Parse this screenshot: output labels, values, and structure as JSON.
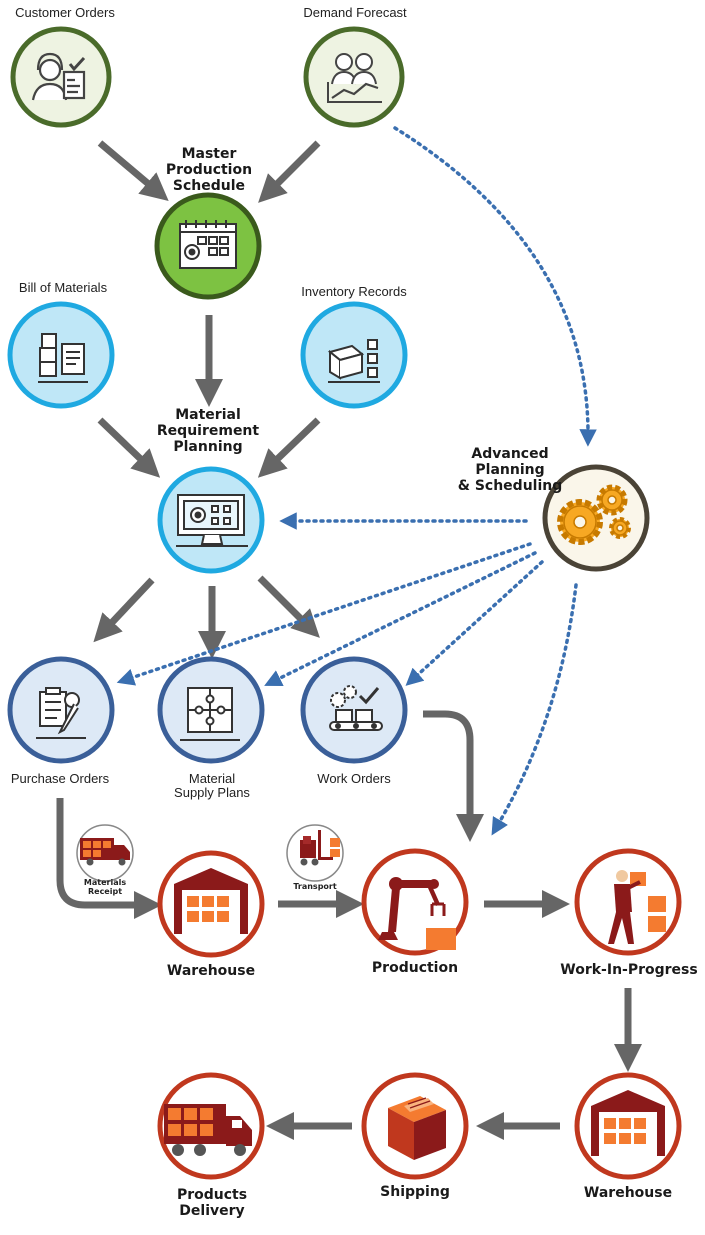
{
  "nodes": {
    "customer_orders": "Customer Orders",
    "demand_forecast": "Demand Forecast",
    "mps": [
      "Master",
      "Production",
      "Schedule"
    ],
    "bill_of_materials": "Bill of Materials",
    "inventory_records": "Inventory Records",
    "mrp": [
      "Material",
      "Requirement",
      "Planning"
    ],
    "aps": [
      "Advanced",
      "Planning",
      "& Scheduling"
    ],
    "purchase_orders": "Purchase Orders",
    "material_supply_plans": [
      "Material",
      "Supply Plans"
    ],
    "work_orders": "Work Orders",
    "warehouse_1": "Warehouse",
    "production": "Production",
    "wip": "Work-In-Progress",
    "warehouse_2": "Warehouse",
    "shipping": "Shipping",
    "products_delivery": [
      "Products",
      "Delivery"
    ]
  },
  "badges": {
    "materials_receipt": [
      "Materials",
      "Receipt"
    ],
    "transport": "Transport"
  },
  "colors": {
    "green_ring": "#4a6b2a",
    "green_fill": "#eef3e2",
    "mps_fill": "#7dc242",
    "blue_fill": "#bfe7f7",
    "blue_ring": "#1fa9e1",
    "navy_ring": "#3a5f99",
    "navy_fill": "#dde9f6",
    "red_ring": "#c0381e",
    "dark_red": "#8b1a1a",
    "orange": "#f47b30",
    "gear_fill": "#f7a823",
    "aps_ring": "#4a4336",
    "arrow_grey": "#666666",
    "dotted_blue": "#3a6fb0"
  },
  "icons": {
    "customer_orders": "headset-agent-checklist-icon",
    "demand_forecast": "people-chart-icon",
    "mps": "calendar-gear-icon",
    "bill_of_materials": "boxes-document-icon",
    "inventory_records": "open-box-checklist-icon",
    "mrp": "monitor-gear-icon",
    "aps": "gears-icon",
    "purchase_orders": "clipboard-pen-icon",
    "material_supply_plans": "puzzle-icon",
    "work_orders": "conveyor-gears-icon",
    "warehouse": "warehouse-icon",
    "production": "robot-arm-icon",
    "wip": "worker-carrying-box-icon",
    "shipping": "parcel-box-icon",
    "products_delivery": "delivery-truck-icon",
    "materials_receipt": "truck-badge-icon",
    "transport": "forklift-badge-icon"
  }
}
